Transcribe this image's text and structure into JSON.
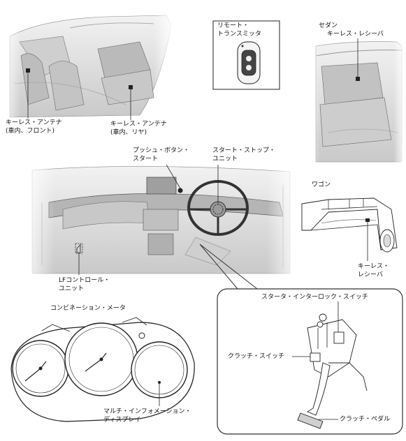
{
  "labels": {
    "remote_transmitter": [
      "リモート・",
      "トランスミッタ"
    ],
    "sedan": "セダン",
    "keyless_receiver_sedan": "キーレス・レシーバ",
    "antenna_front": [
      "キーレス・アンテナ",
      "(車内、フロント)"
    ],
    "antenna_rear": [
      "キーレス・アンテナ",
      "(車内、リヤ)"
    ],
    "push_button_start": [
      "プッシュ・ボタン・",
      "スタート"
    ],
    "start_stop_unit": [
      "スタート・ストップ・",
      "ユニット"
    ],
    "wagon": "ワゴン",
    "keyless_receiver_wagon": [
      "キーレス・",
      "レシーバ"
    ],
    "lf_control_unit": [
      "LFコントロール・",
      "ユニット"
    ],
    "combination_meter": "コンビネーション・メータ",
    "multi_info_display": [
      "マルチ・インフォメーション・",
      "ディスプレイ"
    ],
    "starter_interlock_switch": "スタータ・インターロック・スイッチ",
    "clutch_switch": "クラッチ・スイッチ",
    "clutch_pedal": "クラッチ・ペダル"
  },
  "colors": {
    "line": "#222222",
    "interior_fill": "#dcdcdc",
    "interior_shade": "#b8b8b8",
    "callout_border": "#333333"
  }
}
